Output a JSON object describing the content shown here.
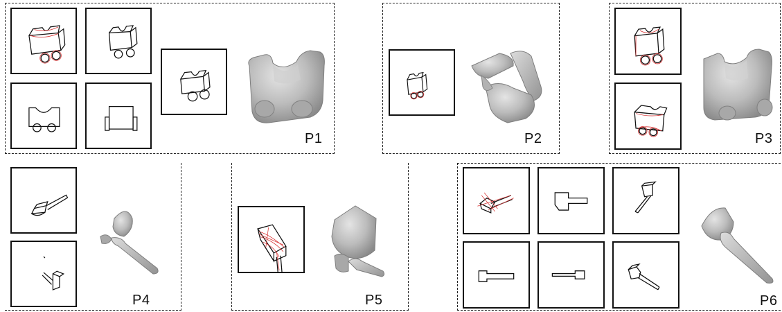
{
  "panels": [
    {
      "id": "P1",
      "label": "P1"
    },
    {
      "id": "P2",
      "label": "P2"
    },
    {
      "id": "P3",
      "label": "P3"
    },
    {
      "id": "P4",
      "label": "P4"
    },
    {
      "id": "P5",
      "label": "P5"
    },
    {
      "id": "P6",
      "label": "P6"
    }
  ],
  "colors": {
    "sketch_line": "#111111",
    "sketch_annotation": "#d93a3a",
    "shape_fill": "#b9b9b9",
    "shape_shadow": "#8c8c8c",
    "shape_highlight": "#e2e2e2"
  }
}
